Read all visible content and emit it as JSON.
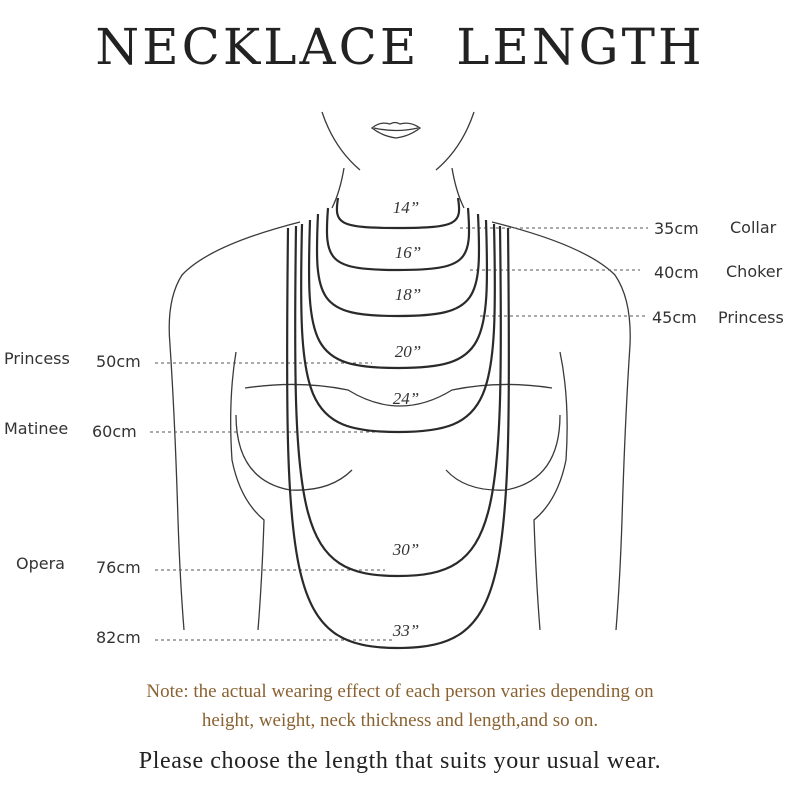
{
  "title": "NECKLACE  LENGTH",
  "lengths": [
    {
      "inch": "14”",
      "cm": "35cm",
      "name": "Collar",
      "side": "right"
    },
    {
      "inch": "16”",
      "cm": "40cm",
      "name": "Choker",
      "side": "right"
    },
    {
      "inch": "18”",
      "cm": "45cm",
      "name": "Princess",
      "side": "right"
    },
    {
      "inch": "20”",
      "cm": "50cm",
      "name": "Princess",
      "side": "left"
    },
    {
      "inch": "24”",
      "cm": "60cm",
      "name": "Matinee",
      "side": "left"
    },
    {
      "inch": "30”",
      "cm": "76cm",
      "name": "Opera",
      "side": "left"
    },
    {
      "inch": "33”",
      "cm": "82cm",
      "name": "",
      "side": "left"
    }
  ],
  "note_line1": "Note: the actual wearing effect of each person varies depending on",
  "note_line2": "height, weight, neck thickness and length,and so on.",
  "closing": "Please choose the length that suits your usual wear.",
  "colors": {
    "line": "#2a2a2a",
    "dash": "#555555",
    "note": "#8a6232"
  }
}
